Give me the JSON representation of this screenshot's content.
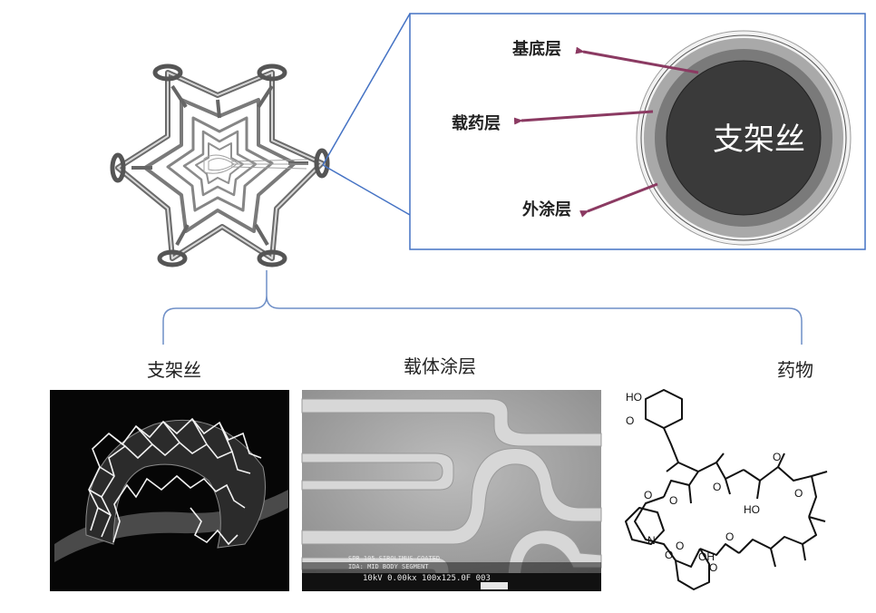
{
  "cross_section": {
    "base_layer": "基底层",
    "drug_layer": "载药层",
    "outer_coating": "外涂层",
    "core": "支架丝"
  },
  "components": {
    "strut": "支架丝",
    "carrier_coating": "载体涂层",
    "drug": "药物"
  },
  "sem": {
    "line1": "SPR 105 SIROLIMUS COATED",
    "line2": "IDA: MID BODY SEGMENT",
    "line3": "10kV  0.00kx 100x125.0F  003"
  },
  "molecule_labels": {
    "ho_top": "HO",
    "o_methoxy_top": "O",
    "o_ketone_1": "O",
    "o_methoxy_mid": "O",
    "ho_mid": "HO",
    "o_ketone_2": "O",
    "o_ester_1": "O",
    "o_ester_2": "O",
    "n": "N",
    "o_amide_1": "O",
    "o_amide_2": "O",
    "oh_hemiketal": "OH",
    "o_methoxy_bottom": "O",
    "o_ring": "O"
  },
  "colors": {
    "frame_blue": "#4472c4",
    "arrow_purple": "#8b3a62",
    "core_dark": "#3a3a3a",
    "drug_gray": "#7a7a7a",
    "base_gray": "#a9a9a9"
  }
}
